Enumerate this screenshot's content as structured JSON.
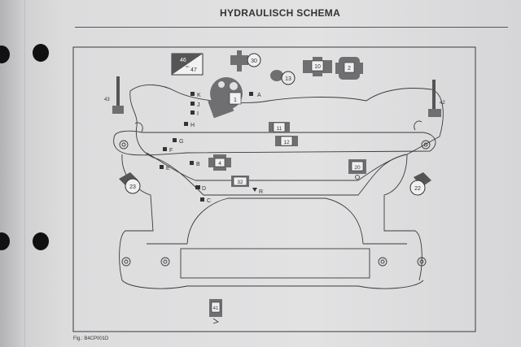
{
  "document": {
    "title": "HYDRAULISCH SCHEMA",
    "figure_caption": "Fig.: B4CP001D"
  },
  "components": {
    "c1": "1",
    "c10": "10",
    "c11": "11",
    "c12": "12",
    "c13": "13",
    "c20": "20",
    "c22": "22",
    "c23": "23",
    "c30": "30",
    "c32": "32",
    "c4": "4",
    "c41": "41",
    "c42": "42",
    "c43": "43",
    "c2": "2"
  },
  "badge_46_47": {
    "top": "46",
    "ou": "ou",
    "bottom": "47"
  },
  "letter_markers": {
    "A": "A",
    "B": "B",
    "C": "C",
    "D": "D",
    "E": "E",
    "F": "F",
    "G": "G",
    "H": "H",
    "I": "I",
    "J": "J",
    "K": "K",
    "R": "R"
  },
  "colors": {
    "paper": "#e0e0e1",
    "ink": "#333333",
    "component_fill": "#6f6f72",
    "label_box": "#f0f0f0"
  }
}
